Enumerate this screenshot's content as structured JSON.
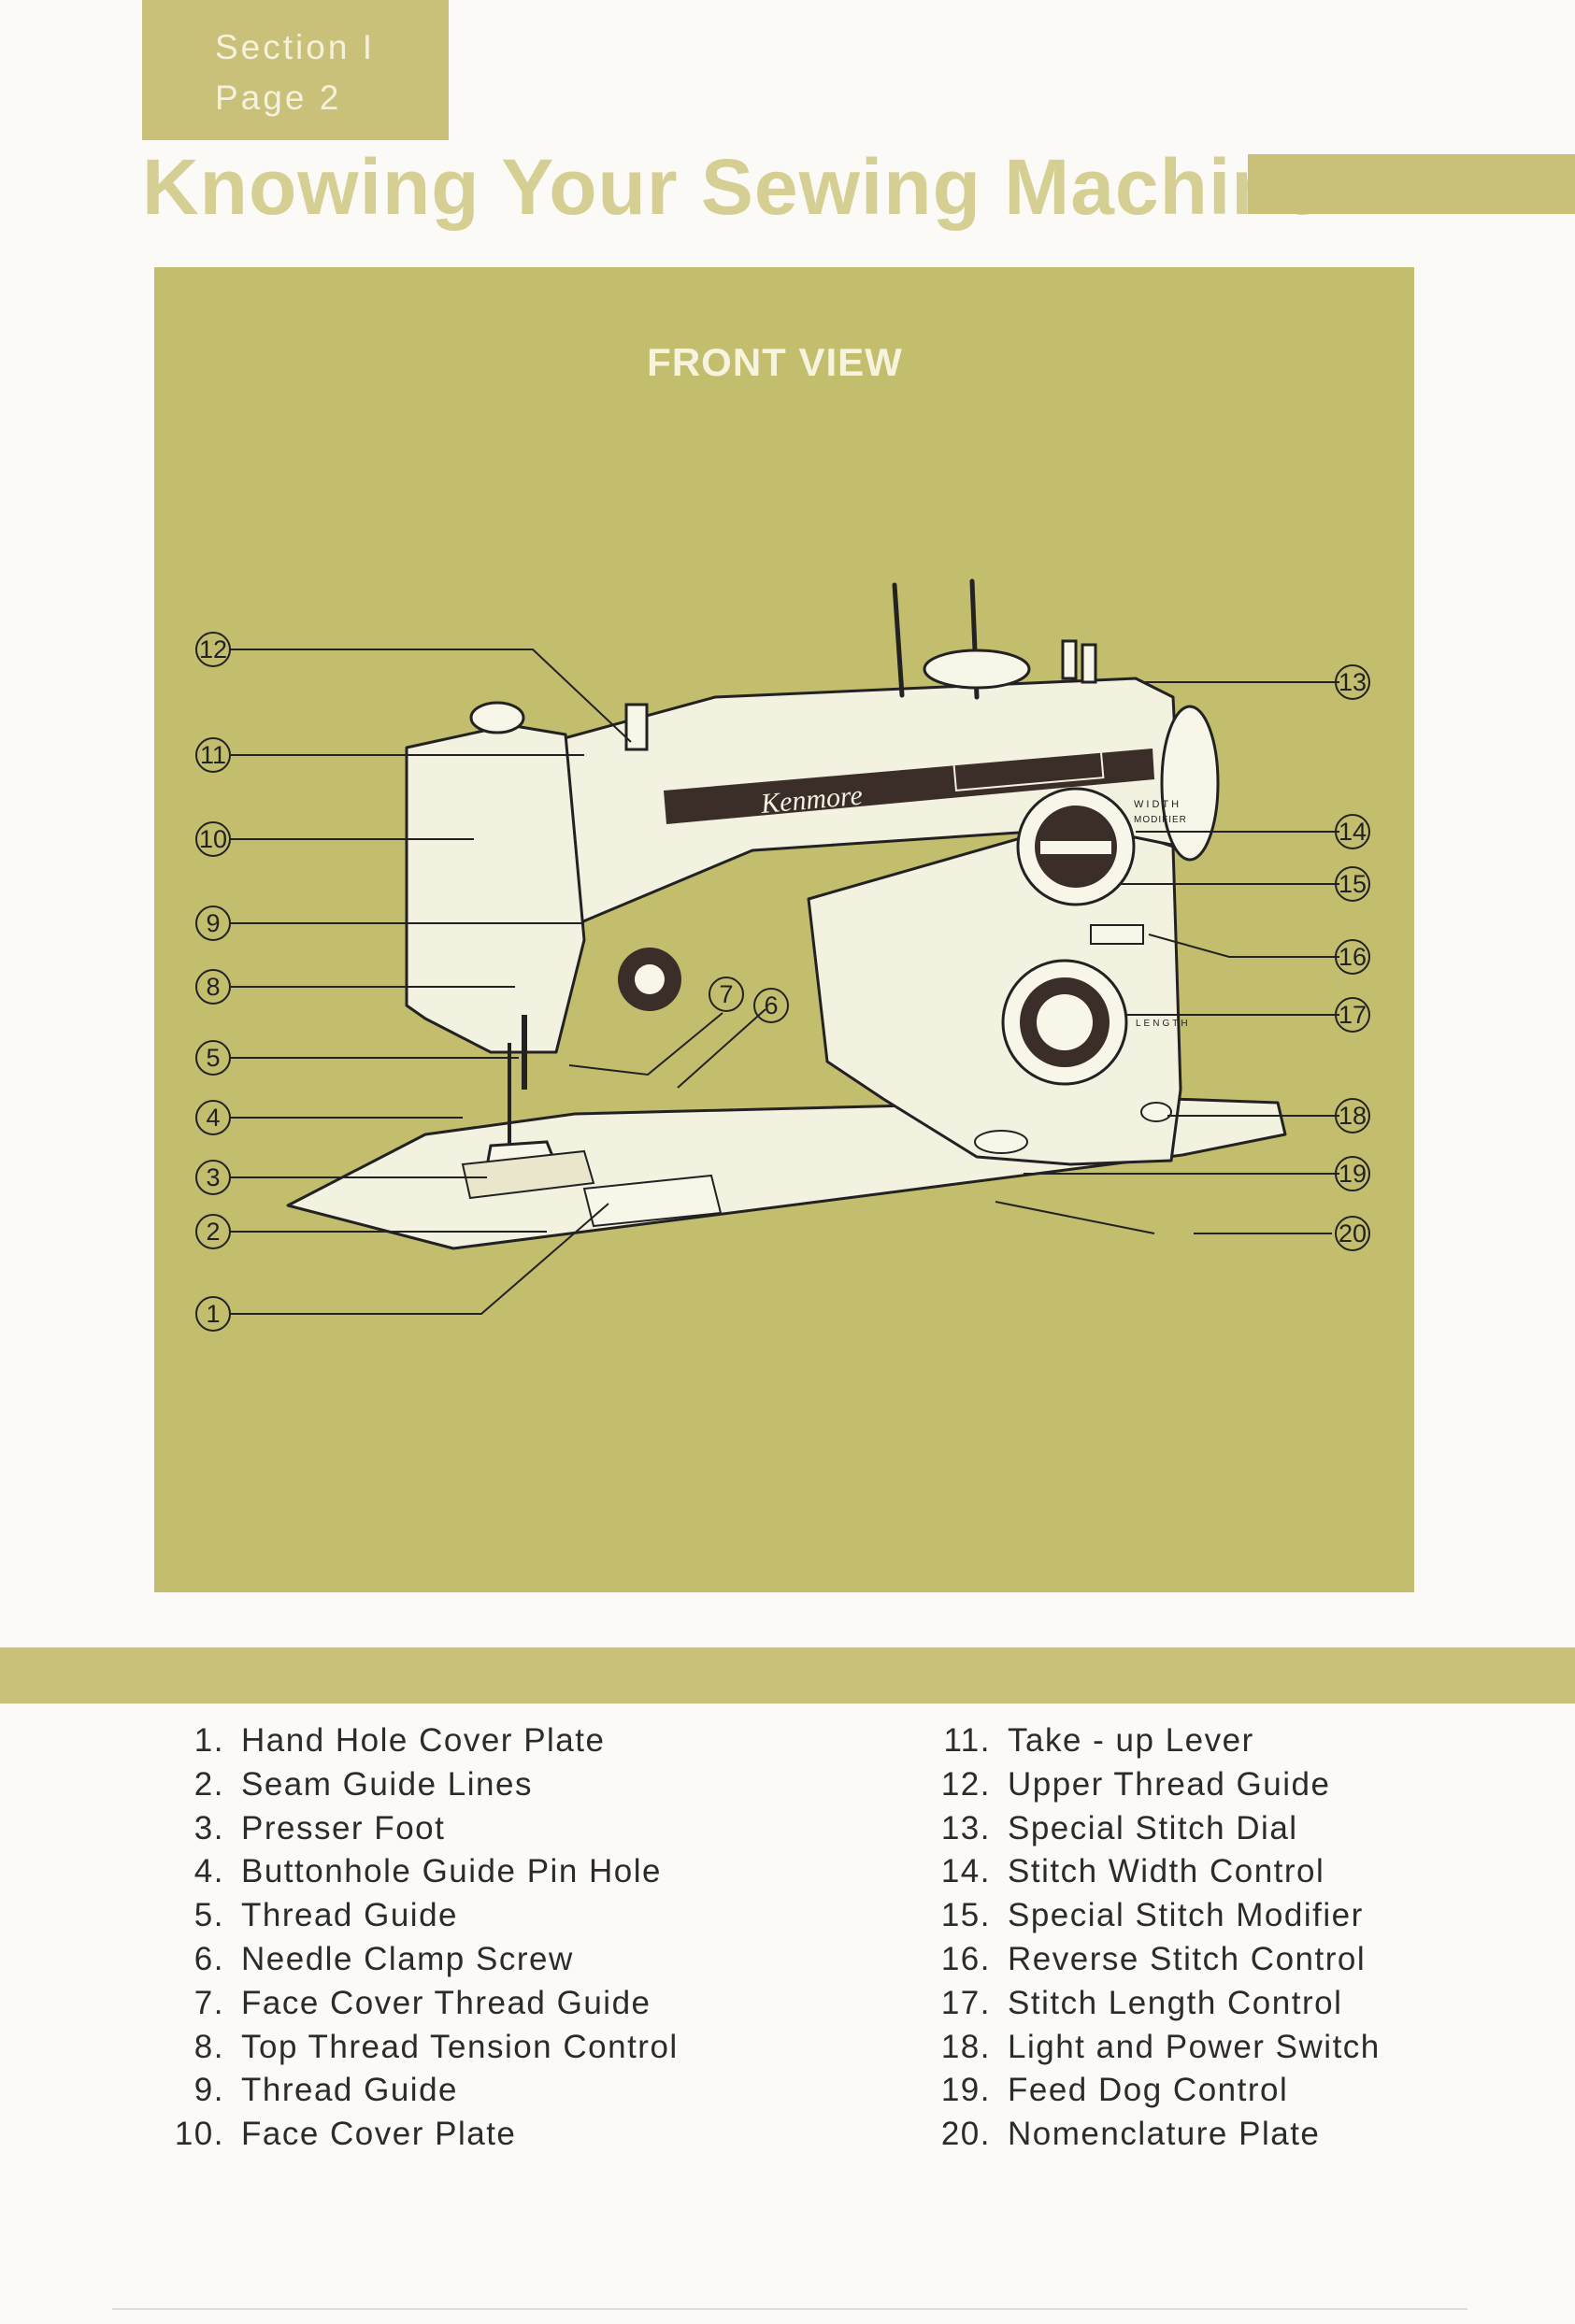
{
  "header": {
    "section": "Section  I",
    "page": "Page  2",
    "title": "Knowing  Your  Sewing  Machine"
  },
  "figure": {
    "heading": "FRONT  VIEW",
    "brand": "Kenmore",
    "width_label": "WIDTH",
    "modifier_label": "MODIFIER",
    "length_label": "LENGTH",
    "callouts": [
      "1",
      "2",
      "3",
      "4",
      "5",
      "6",
      "7",
      "8",
      "9",
      "10",
      "11",
      "12",
      "13",
      "14",
      "15",
      "16",
      "17",
      "18",
      "19",
      "20"
    ]
  },
  "parts": [
    {
      "num": "1.",
      "name": "Hand Hole Cover Plate"
    },
    {
      "num": "2.",
      "name": "Seam Guide Lines"
    },
    {
      "num": "3.",
      "name": "Presser Foot"
    },
    {
      "num": "4.",
      "name": "Buttonhole Guide Pin Hole"
    },
    {
      "num": "5.",
      "name": "Thread Guide"
    },
    {
      "num": "6.",
      "name": "Needle Clamp Screw"
    },
    {
      "num": "7.",
      "name": "Face Cover Thread Guide"
    },
    {
      "num": "8.",
      "name": "Top Thread Tension Control"
    },
    {
      "num": "9.",
      "name": "Thread Guide"
    },
    {
      "num": "10.",
      "name": "Face Cover Plate"
    },
    {
      "num": "11.",
      "name": "Take - up Lever"
    },
    {
      "num": "12.",
      "name": "Upper Thread Guide"
    },
    {
      "num": "13.",
      "name": "Special Stitch Dial"
    },
    {
      "num": "14.",
      "name": "Stitch Width Control"
    },
    {
      "num": "15.",
      "name": "Special Stitch Modifier"
    },
    {
      "num": "16.",
      "name": "Reverse Stitch Control"
    },
    {
      "num": "17.",
      "name": "Stitch Length Control"
    },
    {
      "num": "18.",
      "name": "Light and Power Switch"
    },
    {
      "num": "19.",
      "name": "Feed Dog Control"
    },
    {
      "num": "20.",
      "name": "Nomenclature Plate"
    }
  ],
  "colors": {
    "accent": "#c9c17a",
    "figure_bg": "#c3bd6e",
    "machine_body": "#f3f1e0",
    "title_text": "#d6cf94"
  }
}
